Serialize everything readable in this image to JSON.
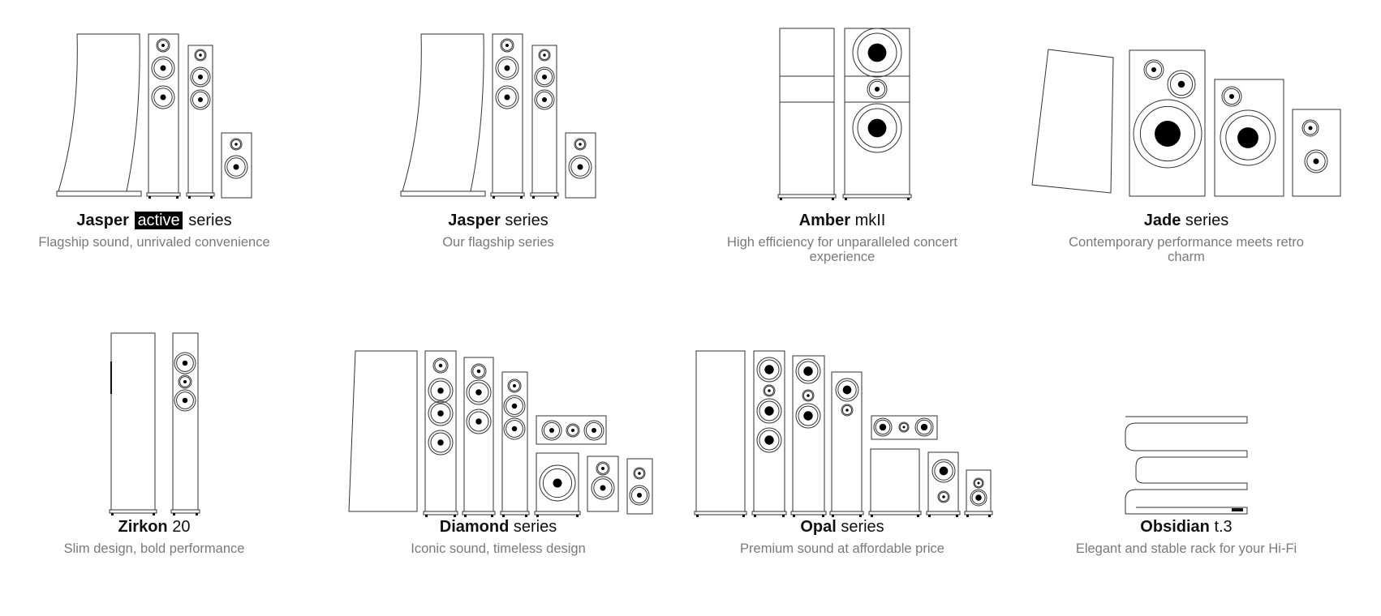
{
  "cards": [
    {
      "name_bold": "Jasper",
      "name_highlight": "active",
      "name_rest": "series",
      "tagline": "Flagship sound, unrivaled convenience"
    },
    {
      "name_bold": "Jasper",
      "name_highlight": "",
      "name_rest": "series",
      "tagline": "Our flagship series"
    },
    {
      "name_bold": "Amber",
      "name_highlight": "",
      "name_rest": "mkII",
      "tagline": "High efficiency for unparalleled concert experience"
    },
    {
      "name_bold": "Jade",
      "name_highlight": "",
      "name_rest": "series",
      "tagline": "Contemporary performance meets retro charm"
    },
    {
      "name_bold": "Zirkon",
      "name_highlight": "",
      "name_rest": "20",
      "tagline": "Slim design, bold performance"
    },
    {
      "name_bold": "Diamond",
      "name_highlight": "",
      "name_rest": "series",
      "tagline": "Iconic sound, timeless design"
    },
    {
      "name_bold": "Opal",
      "name_highlight": "",
      "name_rest": "series",
      "tagline": "Premium sound at affordable price"
    },
    {
      "name_bold": "Obsidian",
      "name_highlight": "",
      "name_rest": "t.3",
      "tagline": "Elegant and stable rack for your Hi-Fi"
    }
  ]
}
